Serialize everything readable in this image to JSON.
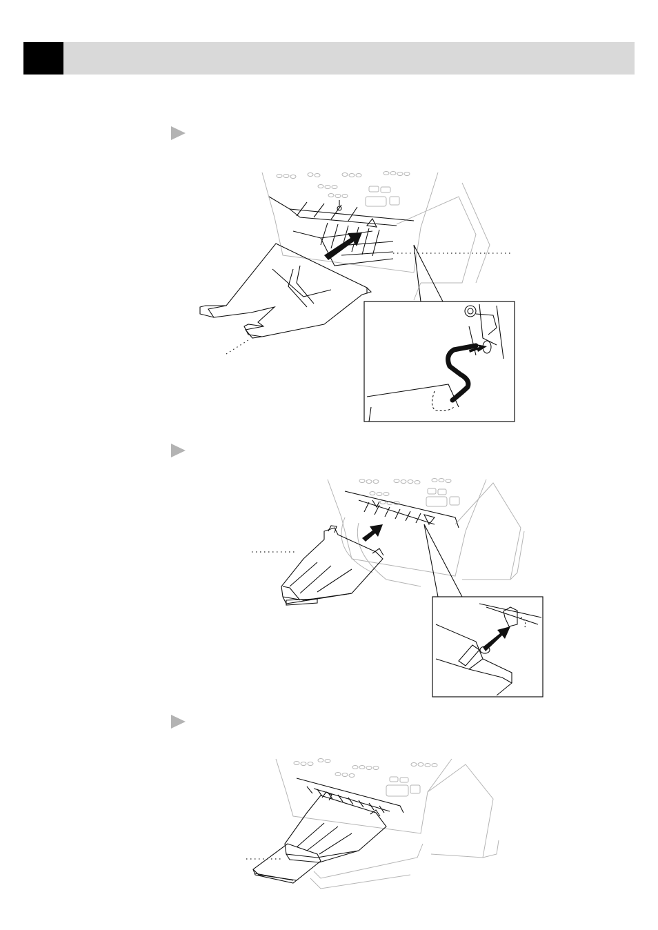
{
  "page": {
    "header": {
      "tab_color": "#000000",
      "bar_color": "#d9d9d9"
    },
    "steps": [
      {
        "marker": "step-arrow",
        "figure": "paper-support-wire-installation"
      },
      {
        "marker": "step-arrow",
        "figure": "output-tray-installation"
      },
      {
        "marker": "step-arrow",
        "figure": "tray-extension-pulled-out"
      }
    ]
  }
}
